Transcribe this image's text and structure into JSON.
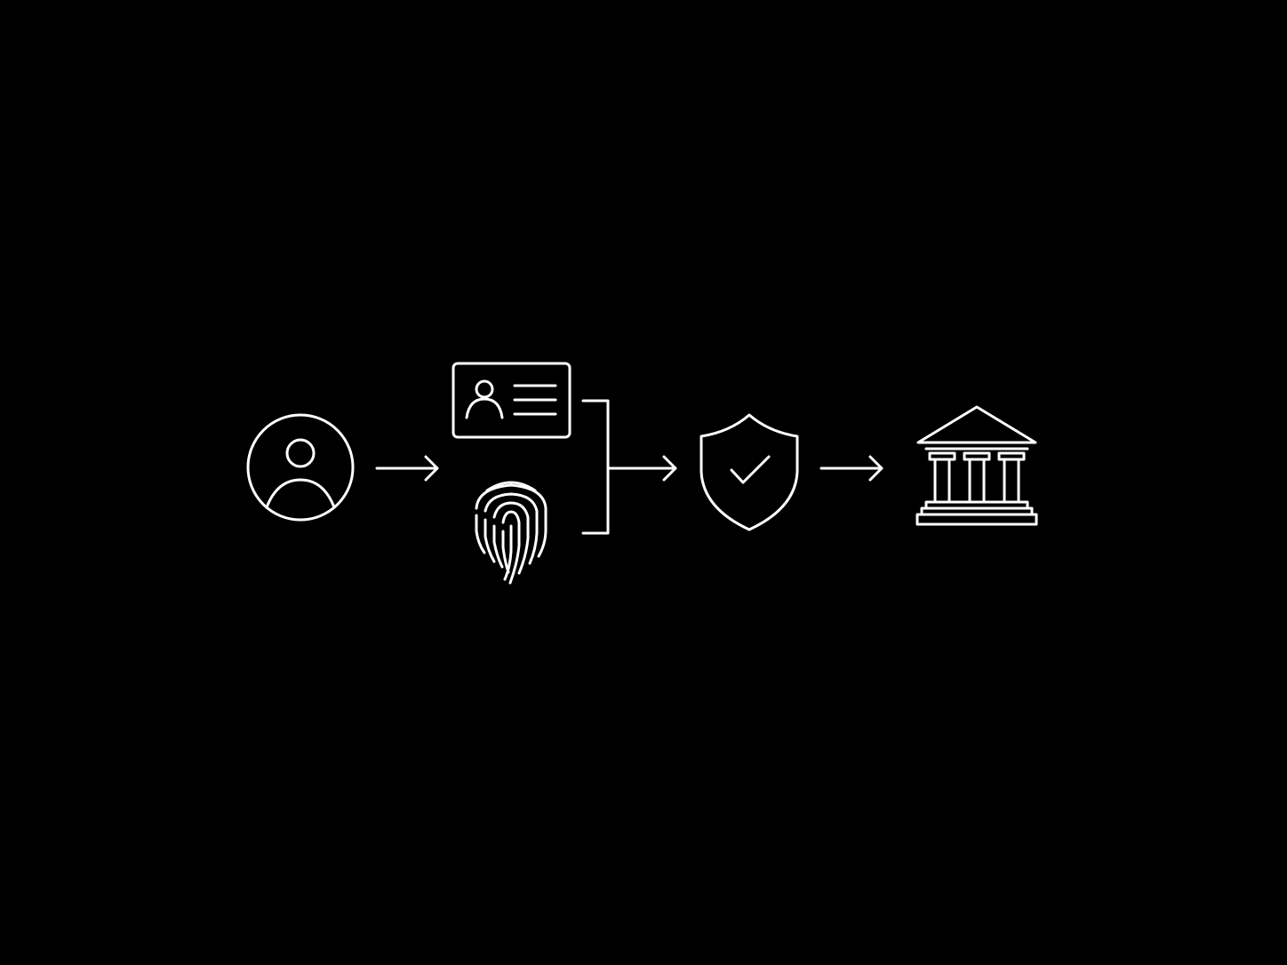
{
  "diagram": {
    "background": "#000000",
    "line_color": "#ffffff",
    "nodes": [
      {
        "id": "user",
        "icon": "user-avatar-icon"
      },
      {
        "id": "id-card",
        "icon": "id-card-icon"
      },
      {
        "id": "fingerprint",
        "icon": "fingerprint-icon"
      },
      {
        "id": "verified",
        "icon": "shield-check-icon"
      },
      {
        "id": "bank",
        "icon": "bank-building-icon"
      }
    ],
    "edges": [
      {
        "from": "user",
        "to": "id-card"
      },
      {
        "from": "id-card",
        "to": "verified"
      },
      {
        "from": "fingerprint",
        "to": "verified"
      },
      {
        "from": "verified",
        "to": "bank"
      }
    ]
  }
}
